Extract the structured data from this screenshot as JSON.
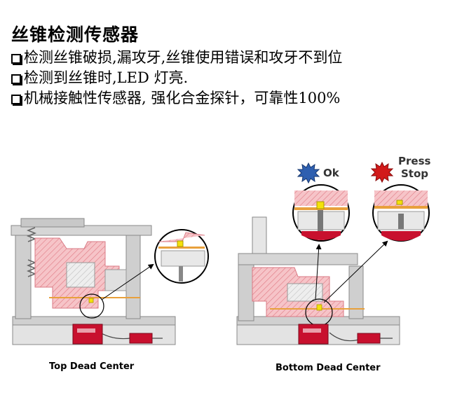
{
  "title": "丝锥检测传感器",
  "bullets": [
    "检测丝锥破损,漏攻牙,丝锥使用错误和攻牙不到位",
    "检测到丝锥时,LED 灯亮.",
    "机械接触性传感器, 强化合金探针，可靠性100%"
  ],
  "legend": {
    "ok_label": "Ok",
    "press_stop_line1": "Press",
    "press_stop_line2": "Stop",
    "ok_color": "#2e5fb0",
    "stop_color": "#d21a1a"
  },
  "captions": {
    "left": "Top Dead Center",
    "right": "Bottom Dead Center"
  },
  "colors": {
    "die_pink": "#f2a0a8",
    "frame_gray": "#d9d9d9",
    "sensor_red": "#c8102e",
    "led_yellow": "#f4e20a",
    "strip_orange": "#e8a03c"
  }
}
